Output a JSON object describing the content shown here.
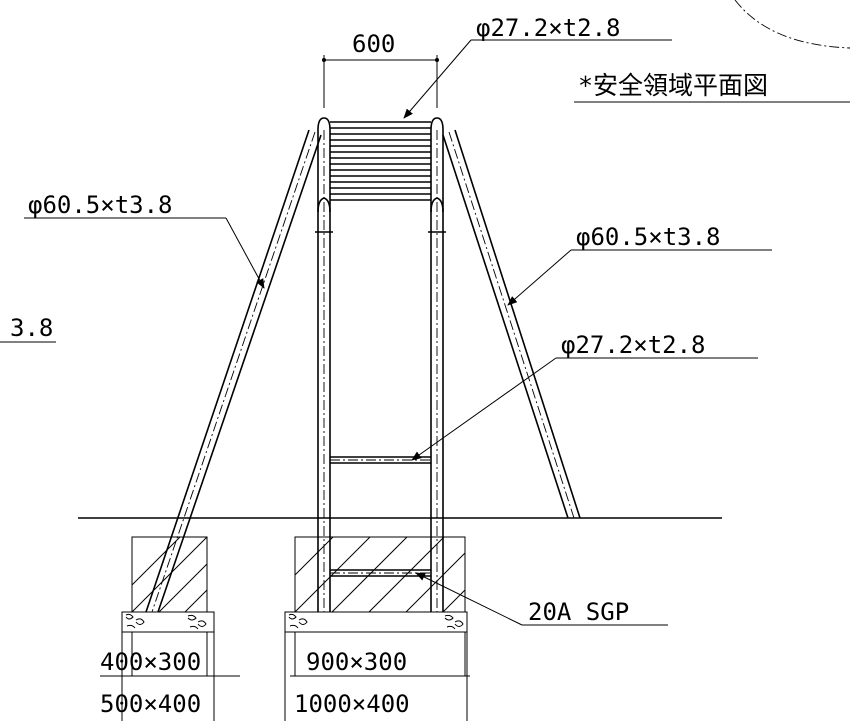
{
  "labels": {
    "top_width": "600",
    "top_pipe": "φ27.2×t2.8",
    "safety_note": "*安全領域平面図",
    "left_strut": "φ60.5×t3.8",
    "right_strut": "φ60.5×t3.8",
    "left_edge": "3.8",
    "mid_pipe": "φ27.2×t2.8",
    "base_pipe": "20A SGP",
    "left_footing_top": "400×300",
    "left_footing_bottom": "500×400",
    "center_footing_top": "900×300",
    "center_footing_bottom": "1000×400"
  }
}
